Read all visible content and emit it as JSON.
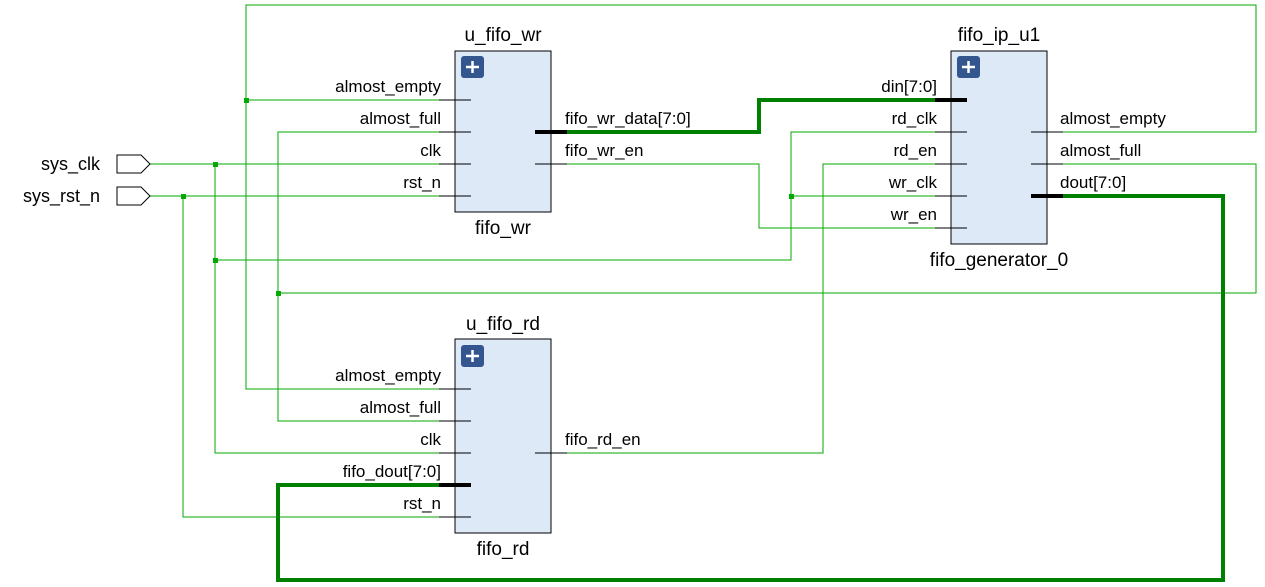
{
  "ports": {
    "sys_clk": "sys_clk",
    "sys_rst_n": "sys_rst_n"
  },
  "u_fifo_wr": {
    "instance": "u_fifo_wr",
    "module": "fifo_wr",
    "inputs": [
      "almost_empty",
      "almost_full",
      "clk",
      "rst_n"
    ],
    "outputs": [
      "fifo_wr_data[7:0]",
      "fifo_wr_en"
    ]
  },
  "fifo_ip_u1": {
    "instance": "fifo_ip_u1",
    "module": "fifo_generator_0",
    "inputs": [
      "din[7:0]",
      "rd_clk",
      "rd_en",
      "wr_clk",
      "wr_en"
    ],
    "outputs": [
      "almost_empty",
      "almost_full",
      "dout[7:0]"
    ]
  },
  "u_fifo_rd": {
    "instance": "u_fifo_rd",
    "module": "fifo_rd",
    "inputs": [
      "almost_empty",
      "almost_full",
      "clk",
      "fifo_dout[7:0]",
      "rst_n"
    ],
    "outputs": [
      "fifo_rd_en"
    ]
  }
}
